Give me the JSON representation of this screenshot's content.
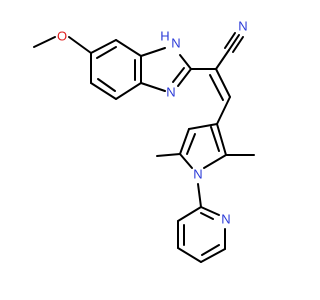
{
  "molecule": {
    "labels": {
      "nh_h": "H",
      "nh_n": "N",
      "imine_n": "N",
      "pyrrole_n": "N",
      "pyridine_n": "N",
      "nitrile_n": "N",
      "methoxy_o": "O"
    },
    "colors": {
      "bond": "#000000",
      "nitrogen": "#2b3bd8",
      "oxygen": "#e01f1f"
    }
  }
}
